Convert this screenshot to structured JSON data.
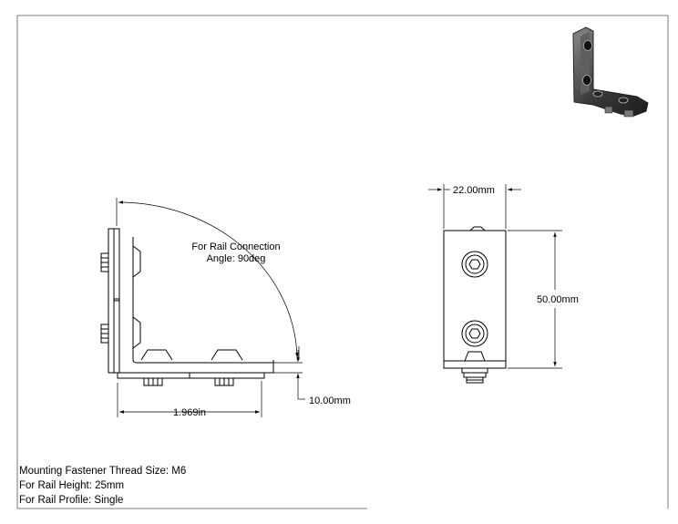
{
  "dimensions": {
    "callout_line1": "For Rail Connection",
    "callout_line2": "Angle: 90deg",
    "width": "1.969in",
    "thickness": "10.00mm",
    "top_width": "22.00mm",
    "height": "50.00mm"
  },
  "notes": [
    "Mounting Fastener Thread Size: M6",
    "For Rail Height: 25mm",
    "For Rail Profile: Single"
  ]
}
